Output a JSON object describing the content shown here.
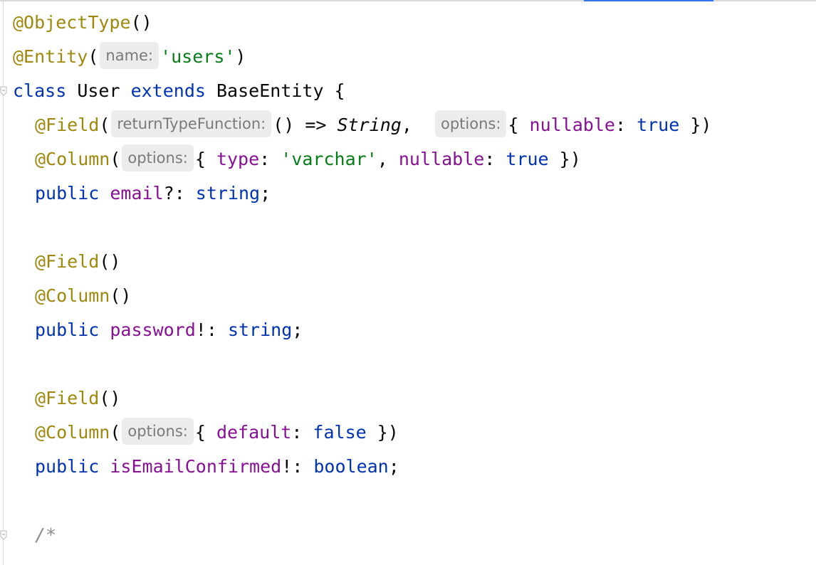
{
  "editor": {
    "lines": {
      "l1": {
        "a": "@ObjectType",
        "b": "()"
      },
      "l2": {
        "a": "@Entity",
        "b": "(",
        "hint": "name:",
        "c": "'users'",
        "d": ")"
      },
      "l3": {
        "a": "class",
        "b": " User ",
        "c": "extends",
        "d": " BaseEntity {"
      },
      "l4": {
        "a": "@Field",
        "b": "(",
        "hint1": "returnTypeFunction:",
        "c": "() => ",
        "d": "String",
        "e": ",  ",
        "hint2": "options:",
        "f": "{ ",
        "g": "nullable",
        "h": ": ",
        "i": "true",
        "j": " })"
      },
      "l5": {
        "a": "@Column",
        "b": "(",
        "hint": "options:",
        "c": "{ ",
        "d": "type",
        "e": ": ",
        "f": "'varchar'",
        "g": ", ",
        "h": "nullable",
        "i": ": ",
        "j": "true",
        "k": " })"
      },
      "l6": {
        "a": "public",
        "b": " ",
        "c": "email",
        "d": "?: ",
        "e": "string",
        "f": ";"
      },
      "l8": {
        "a": "@Field",
        "b": "()"
      },
      "l9": {
        "a": "@Column",
        "b": "()"
      },
      "l10": {
        "a": "public",
        "b": " ",
        "c": "password",
        "d": "!: ",
        "e": "string",
        "f": ";"
      },
      "l12": {
        "a": "@Field",
        "b": "()"
      },
      "l13": {
        "a": "@Column",
        "b": "(",
        "hint": "options:",
        "c": "{ ",
        "d": "default",
        "e": ": ",
        "f": "false",
        "g": " })"
      },
      "l14": {
        "a": "public",
        "b": " ",
        "c": "isEmailConfirmed",
        "d": "!: ",
        "e": "boolean",
        "f": ";"
      },
      "l16": {
        "a": "/*"
      }
    }
  },
  "colors": {
    "annotation": "#9e880d",
    "keyword": "#0033b3",
    "property": "#871094",
    "string": "#067d17",
    "comment": "#8c8c8c",
    "hint_bg": "#ececec",
    "accent": "#3574f0"
  }
}
